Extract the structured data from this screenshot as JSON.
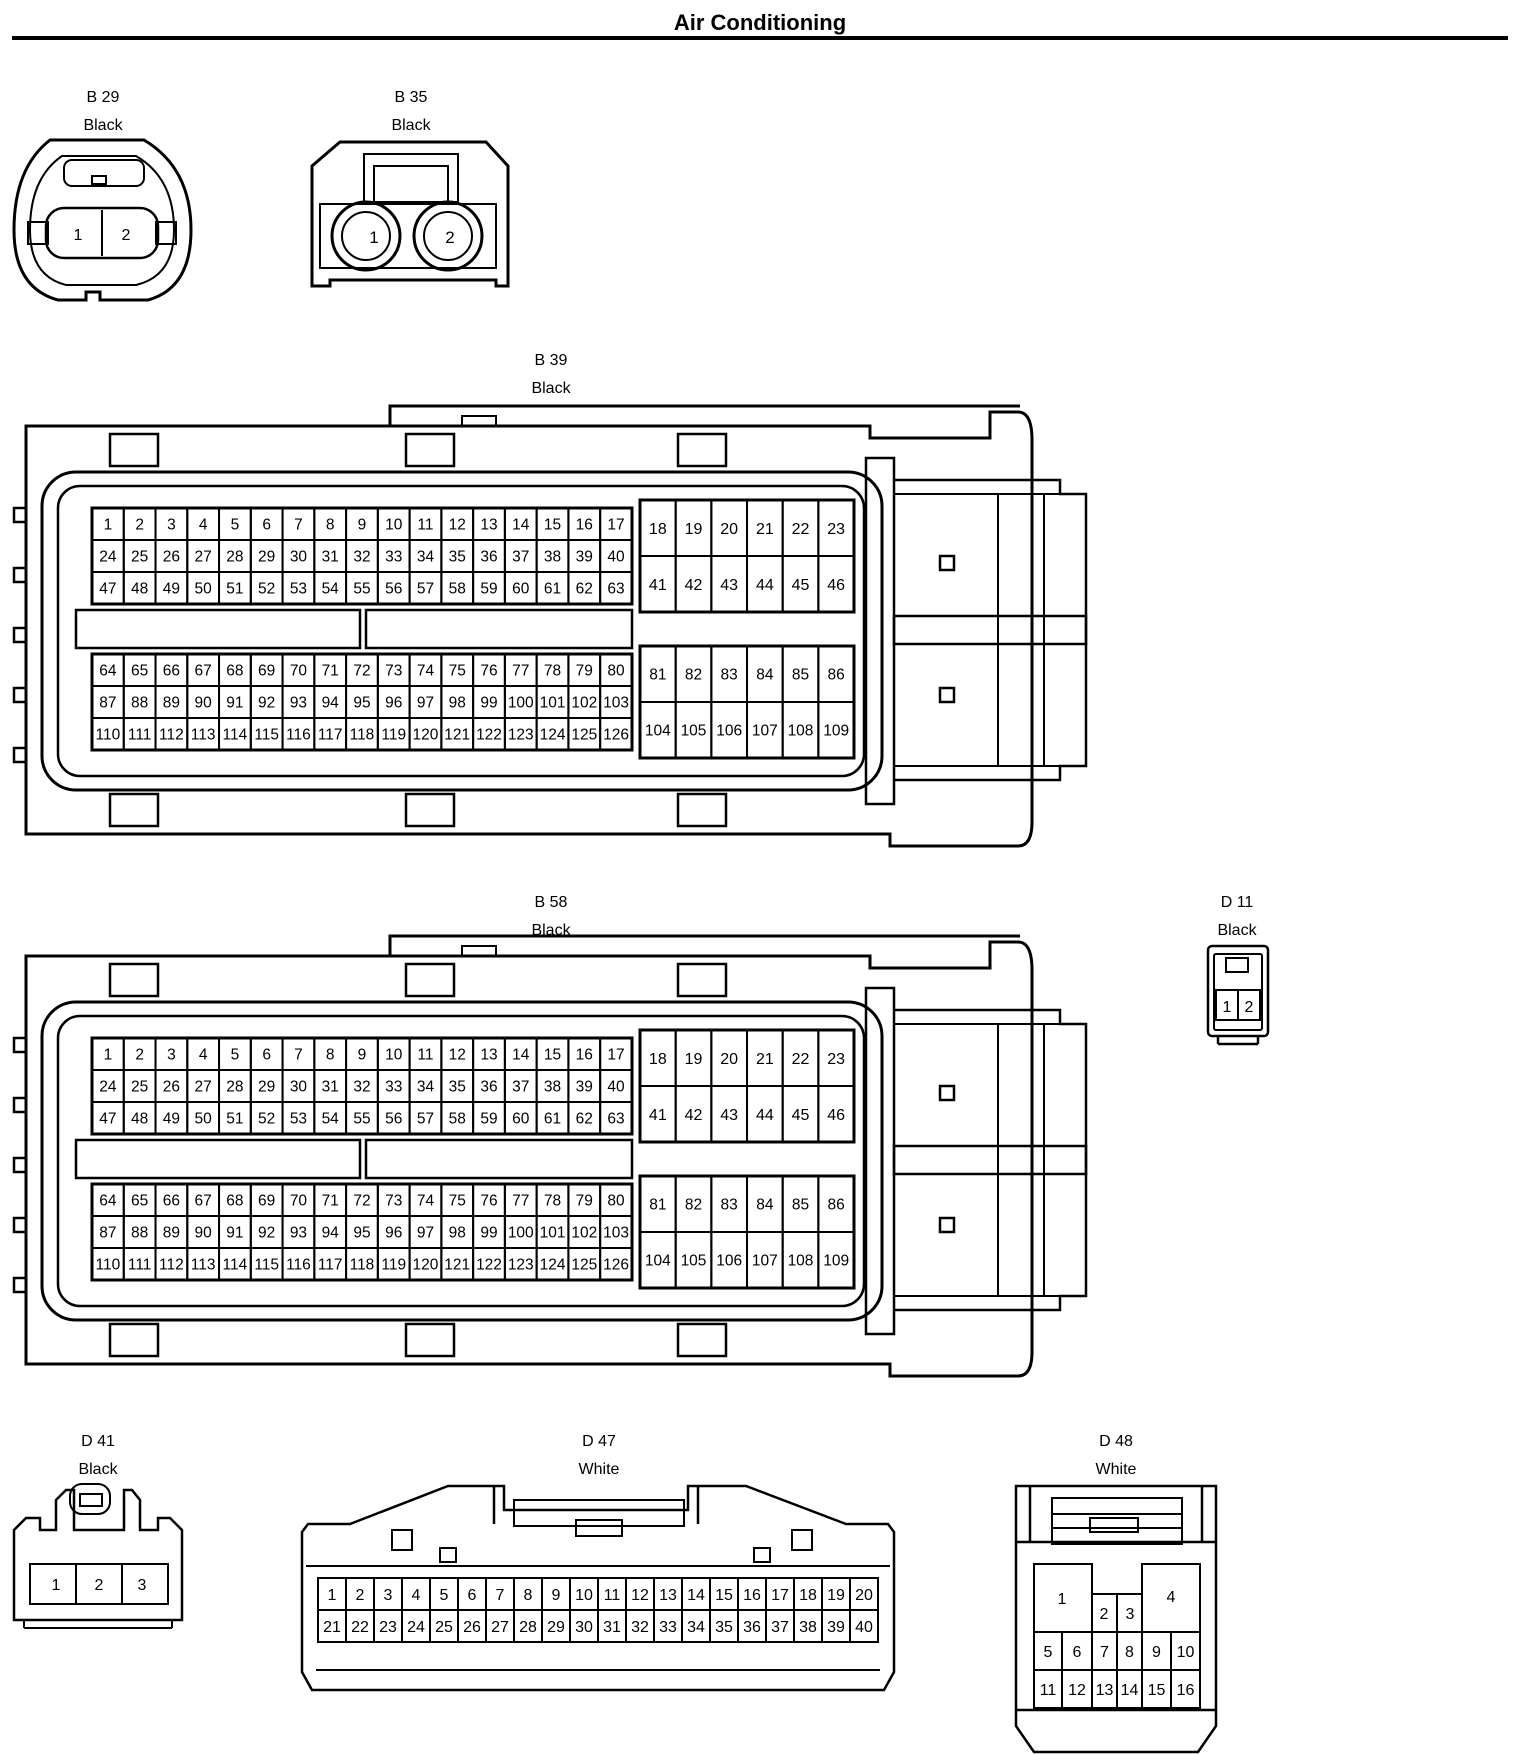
{
  "page": {
    "title": "Air Conditioning"
  },
  "connectors": {
    "B29": {
      "id": "B 29",
      "color": "Black",
      "pins": [
        "1",
        "2"
      ]
    },
    "B35": {
      "id": "B 35",
      "color": "Black",
      "pins": [
        "1",
        "2"
      ]
    },
    "B39": {
      "id": "B 39",
      "color": "Black"
    },
    "B58": {
      "id": "B 58",
      "color": "Black"
    },
    "D11": {
      "id": "D 11",
      "color": "Black",
      "pins": [
        "1",
        "2"
      ]
    },
    "D41": {
      "id": "D 41",
      "color": "Black",
      "pins": [
        "1",
        "2",
        "3"
      ]
    },
    "D47": {
      "id": "D 47",
      "color": "White"
    },
    "D48": {
      "id": "D 48",
      "color": "White"
    }
  },
  "ecu_layout": {
    "left_top_rows": [
      [
        "1",
        "2",
        "3",
        "4",
        "5",
        "6",
        "7",
        "8",
        "9",
        "10",
        "11",
        "12",
        "13",
        "14",
        "15",
        "16",
        "17"
      ],
      [
        "24",
        "25",
        "26",
        "27",
        "28",
        "29",
        "30",
        "31",
        "32",
        "33",
        "34",
        "35",
        "36",
        "37",
        "38",
        "39",
        "40"
      ],
      [
        "47",
        "48",
        "49",
        "50",
        "51",
        "52",
        "53",
        "54",
        "55",
        "56",
        "57",
        "58",
        "59",
        "60",
        "61",
        "62",
        "63"
      ]
    ],
    "left_bottom_rows": [
      [
        "64",
        "65",
        "66",
        "67",
        "68",
        "69",
        "70",
        "71",
        "72",
        "73",
        "74",
        "75",
        "76",
        "77",
        "78",
        "79",
        "80"
      ],
      [
        "87",
        "88",
        "89",
        "90",
        "91",
        "92",
        "93",
        "94",
        "95",
        "96",
        "97",
        "98",
        "99",
        "100",
        "101",
        "102",
        "103"
      ],
      [
        "110",
        "111",
        "112",
        "113",
        "114",
        "115",
        "116",
        "117",
        "118",
        "119",
        "120",
        "121",
        "122",
        "123",
        "124",
        "125",
        "126"
      ]
    ],
    "right_top_rows": [
      [
        "18",
        "19",
        "20",
        "21",
        "22",
        "23"
      ],
      [
        "41",
        "42",
        "43",
        "44",
        "45",
        "46"
      ]
    ],
    "right_bottom_rows": [
      [
        "81",
        "82",
        "83",
        "84",
        "85",
        "86"
      ],
      [
        "104",
        "105",
        "106",
        "107",
        "108",
        "109"
      ]
    ]
  },
  "d47_rows": [
    [
      "1",
      "2",
      "3",
      "4",
      "5",
      "6",
      "7",
      "8",
      "9",
      "10",
      "11",
      "12",
      "13",
      "14",
      "15",
      "16",
      "17",
      "18",
      "19",
      "20"
    ],
    [
      "21",
      "22",
      "23",
      "24",
      "25",
      "26",
      "27",
      "28",
      "29",
      "30",
      "31",
      "32",
      "33",
      "34",
      "35",
      "36",
      "37",
      "38",
      "39",
      "40"
    ]
  ],
  "d48_pins": [
    "1",
    "2",
    "3",
    "4",
    "5",
    "6",
    "7",
    "8",
    "9",
    "10",
    "11",
    "12",
    "13",
    "14",
    "15",
    "16"
  ]
}
